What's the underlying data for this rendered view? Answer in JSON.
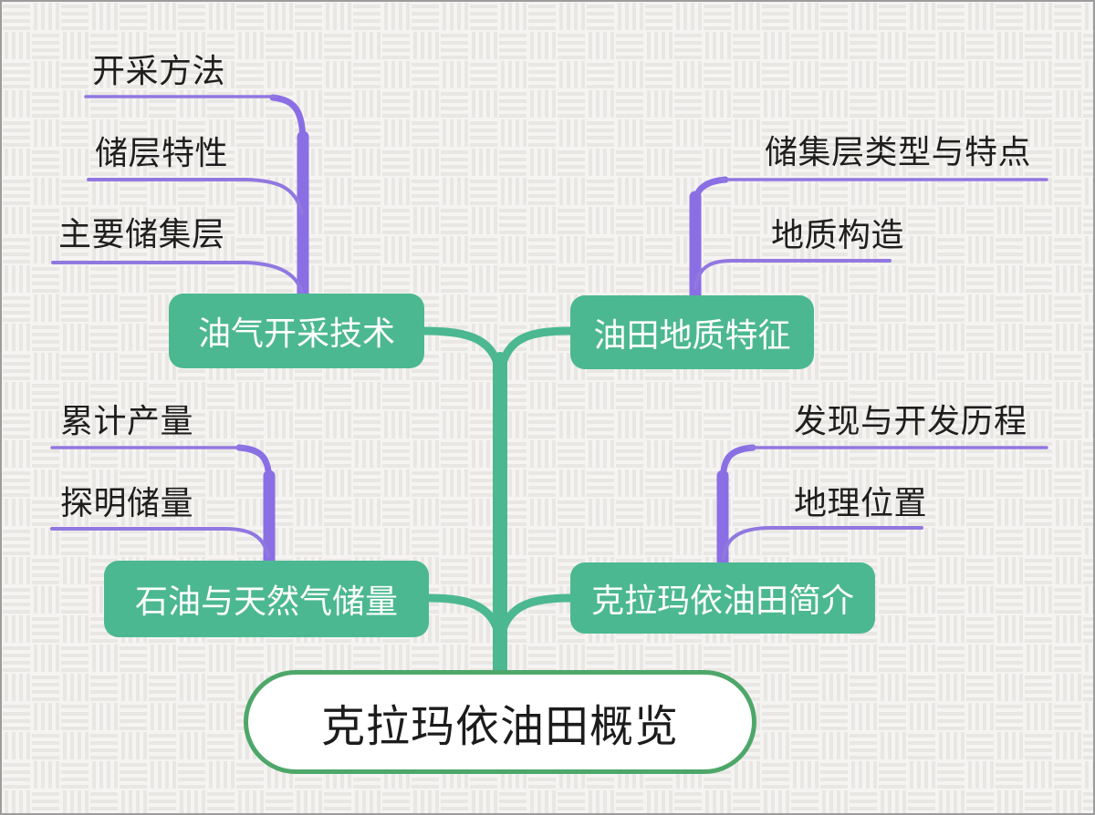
{
  "diagram_type": "mindmap",
  "root": {
    "label": "克拉玛依油田概览"
  },
  "branches": [
    {
      "label": "油气开采技术",
      "children": [
        {
          "label": "开采方法"
        },
        {
          "label": "储层特性"
        },
        {
          "label": "主要储集层"
        }
      ]
    },
    {
      "label": "油田地质特征",
      "children": [
        {
          "label": "储集层类型与特点"
        },
        {
          "label": "地质构造"
        }
      ]
    },
    {
      "label": "石油与天然气储量",
      "children": [
        {
          "label": "累计产量"
        },
        {
          "label": "探明储量"
        }
      ]
    },
    {
      "label": "克拉玛依油田简介",
      "children": [
        {
          "label": "发现与开发历程"
        },
        {
          "label": "地理位置"
        }
      ]
    }
  ],
  "colors": {
    "node_fill": "#4CB892",
    "node_text": "#FFFFFF",
    "connector_green": "#4CB892",
    "root_border": "#4EA76A",
    "root_fill": "#FFFFFF",
    "root_text": "#1C1C1C",
    "branch_purple": "#8A6FE4",
    "leaf_underline_purple": "#9177E0",
    "leaf_text": "#1E1E1E",
    "background": "#F5F4F2",
    "pattern_stripe": "#E9E7E4",
    "frame_border": "#9C9C9C"
  }
}
